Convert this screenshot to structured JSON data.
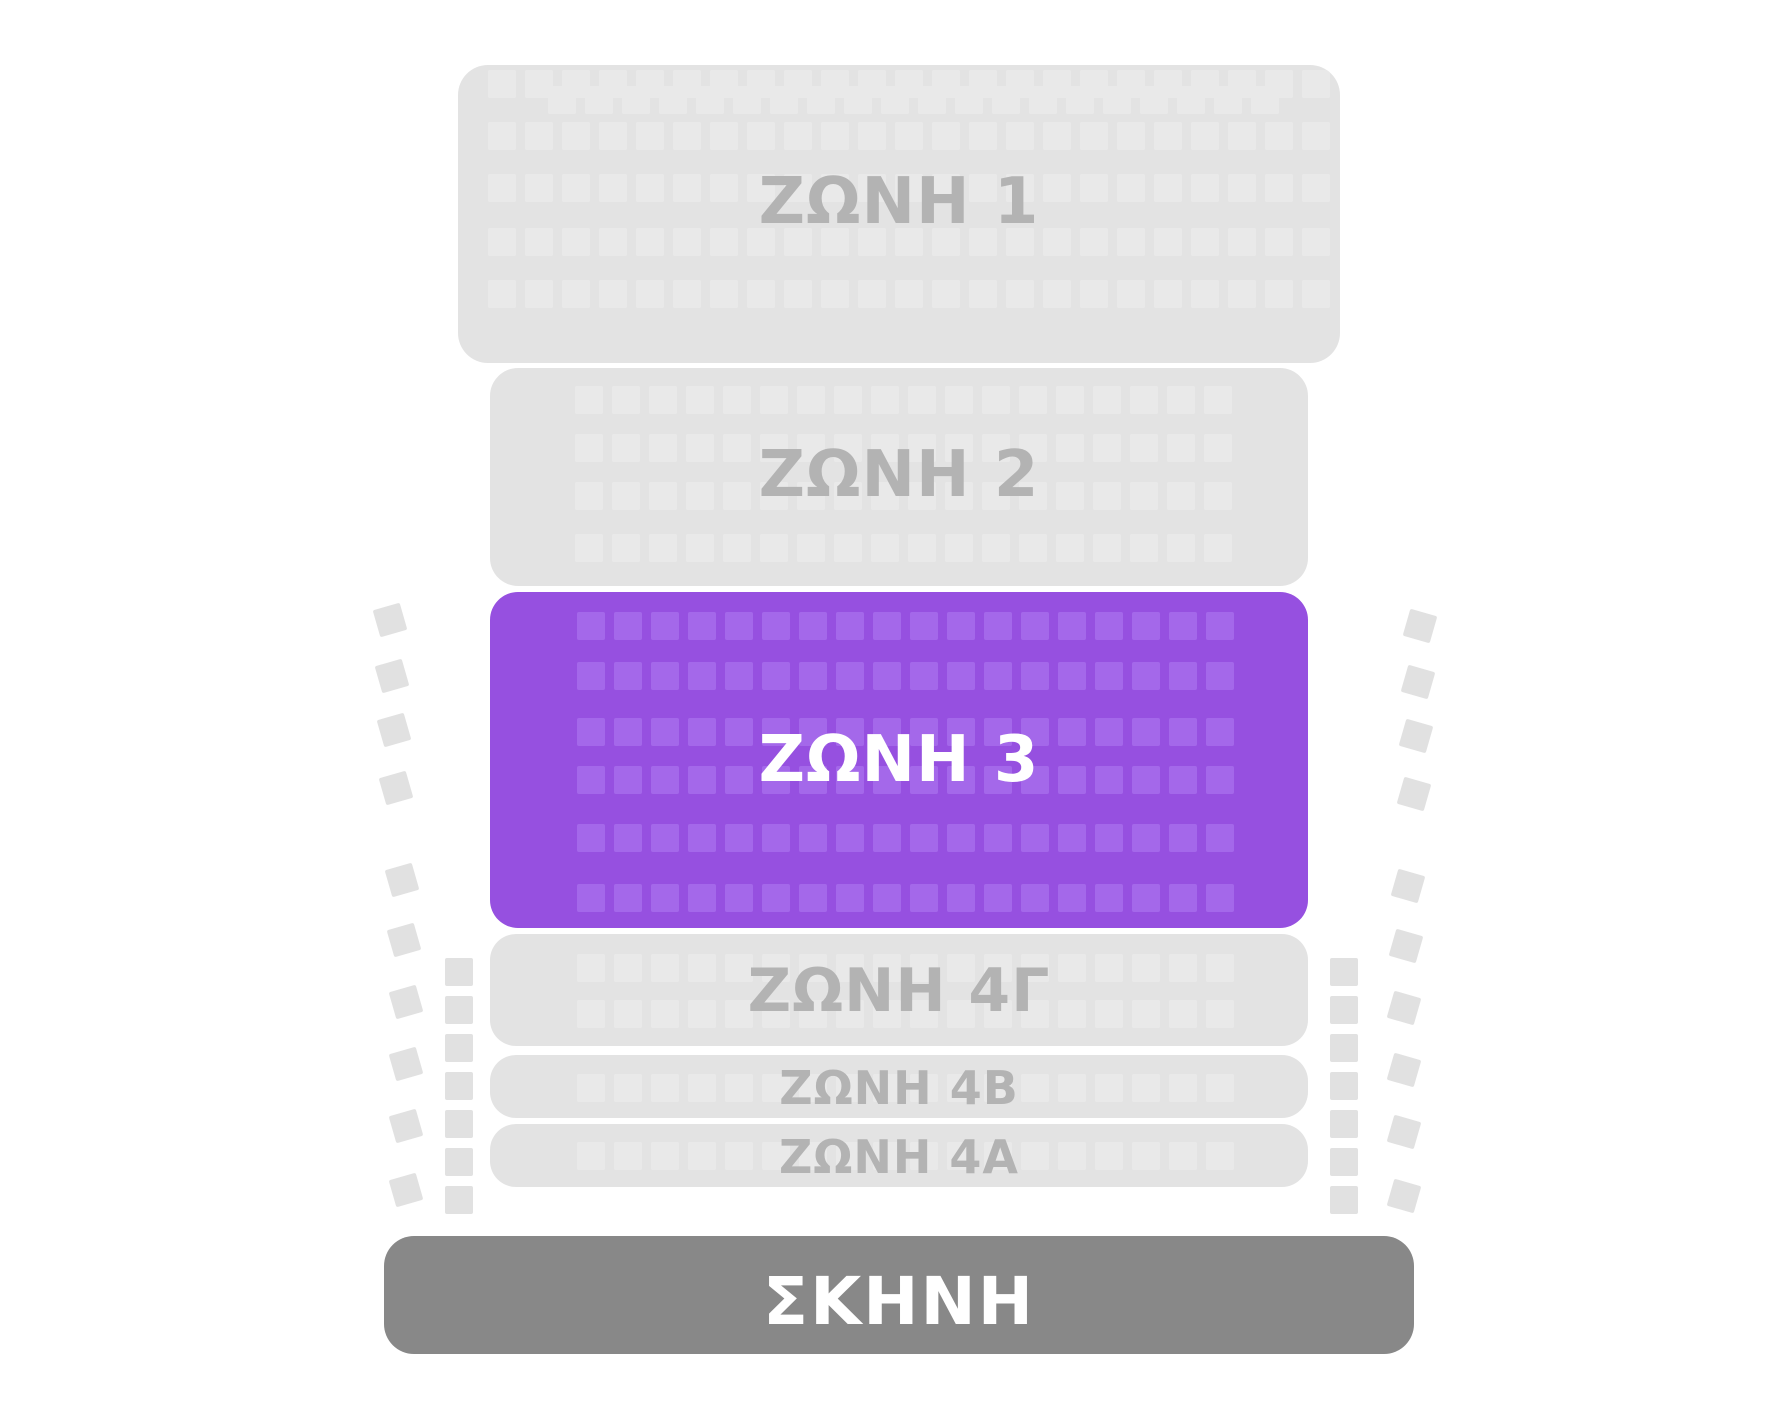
{
  "zones": {
    "z1": {
      "label": "ΖΩΝΗ 1",
      "selected": false
    },
    "z2": {
      "label": "ΖΩΝΗ 2",
      "selected": false
    },
    "z3": {
      "label": "ΖΩΝΗ 3",
      "selected": true
    },
    "z4g": {
      "label": "ΖΩΝΗ 4Γ",
      "selected": false
    },
    "z4b": {
      "label": "ΖΩΝΗ 4Β",
      "selected": false
    },
    "z4a": {
      "label": "ΖΩΝΗ 4Α",
      "selected": false
    }
  },
  "stage": {
    "label": "ΣΚΗΝΗ"
  },
  "colors": {
    "selected_zone": "#9650e0",
    "unselected_zone": "#e3e3e3",
    "stage": "#888888",
    "unselected_label": "#b3b3b3",
    "selected_label": "#ffffff"
  }
}
